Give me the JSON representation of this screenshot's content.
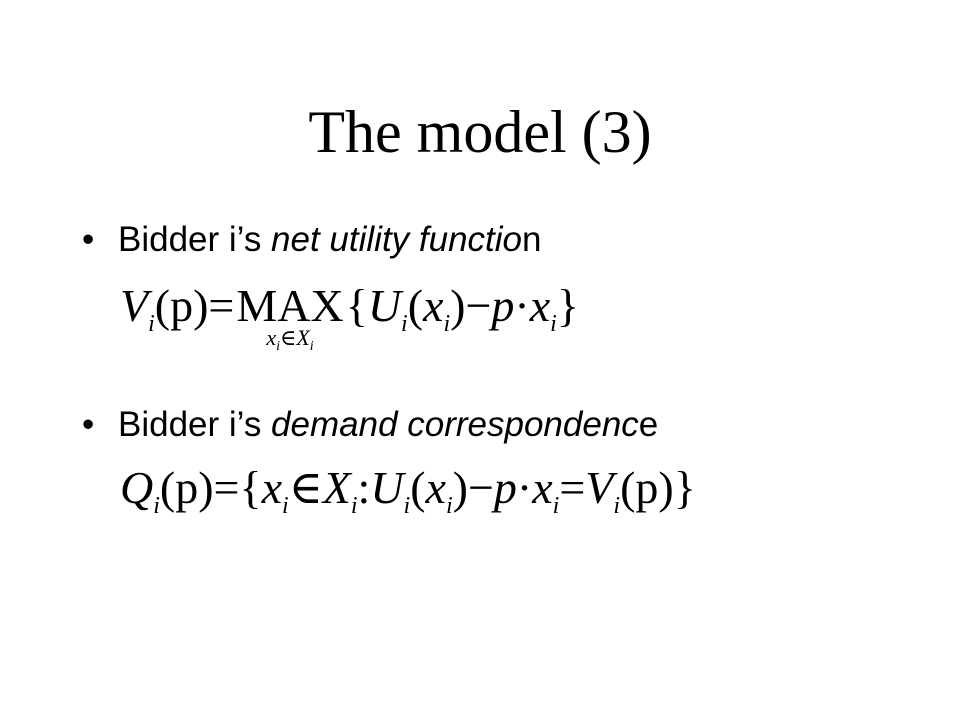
{
  "slide": {
    "title": "The model (3)",
    "bullets": [
      {
        "bullet_symbol": "•",
        "prefix": "Bidder i’s ",
        "italic": "net utility functio",
        "suffix": "n"
      },
      {
        "bullet_symbol": "•",
        "prefix": "Bidder i’s ",
        "italic": "demand correspondenc",
        "suffix": "e"
      }
    ],
    "formula_1": {
      "lhs_var": "V",
      "lhs_sub": "i",
      "lhs_arg": "(p)",
      "equals": "=",
      "operator": "MAX",
      "operator_under_var": "x",
      "operator_under_var_sub": "i",
      "operator_under_in": "∈",
      "operator_under_set": "X",
      "operator_under_set_sub": "i",
      "open_brace": "{",
      "u_var": "U",
      "u_sub": "i",
      "u_arg_open": "(",
      "u_arg_var": "x",
      "u_arg_sub": "i",
      "u_arg_close": ")",
      "minus": "−",
      "p": "p",
      "dot": "·",
      "x_var": "x",
      "x_sub": "i",
      "close_brace": "}"
    },
    "formula_2": {
      "lhs_var": "Q",
      "lhs_sub": "i",
      "lhs_arg": "(p)",
      "equals": "=",
      "open_brace": "{",
      "x_var": "x",
      "x_sub": "i",
      "in": "∈",
      "set_var": "X",
      "set_sub": "i",
      "colon": ":",
      "u_var": "U",
      "u_sub": "i",
      "u_arg_open": "(",
      "u_arg_var": "x",
      "u_arg_sub": "i",
      "u_arg_close": ")",
      "minus": "−",
      "p": "p",
      "dot": "·",
      "x2_var": "x",
      "x2_sub": "i",
      "equals2": "=",
      "v_var": "V",
      "v_sub": "i",
      "v_arg": "(p)",
      "close_brace": "}"
    }
  }
}
